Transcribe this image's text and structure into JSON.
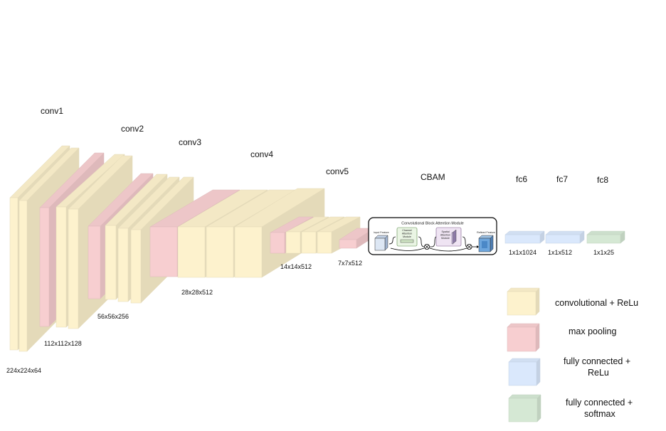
{
  "stages": {
    "conv1": "conv1",
    "conv2": "conv2",
    "conv3": "conv3",
    "conv4": "conv4",
    "conv5": "conv5",
    "cbam": "CBAM",
    "fc6": "fc6",
    "fc7": "fc7",
    "fc8": "fc8"
  },
  "dims": {
    "d1": "224x224x64",
    "d2": "112x112x128",
    "d3": "56x56x256",
    "d4": "28x28x512",
    "d5": "14x14x512",
    "d6": "7x7x512",
    "fc6": "1x1x1024",
    "fc7": "1x1x512",
    "fc8": "1x1x25"
  },
  "cbam_module": {
    "title": "Convolutional Block Attention Module",
    "input": "Input Feature",
    "channel_1": "Channel",
    "channel_2": "Attention",
    "channel_3": "Module",
    "spatial_1": "Spatial",
    "spatial_2": "Attention",
    "spatial_3": "Module",
    "output": "Refined Feature"
  },
  "legend": {
    "conv_relu": "convolutional + ReLu",
    "max_pooling": "max pooling",
    "fc_relu_1": "fully connected +",
    "fc_relu_2": "ReLu",
    "fc_softmax_1": "fully connected +",
    "fc_softmax_2": "softmax"
  },
  "colors": {
    "conv": "#fdf2cd",
    "pool": "#f7ced0",
    "fc_relu": "#dae8fc",
    "fc_softmax": "#d5e8d4"
  }
}
